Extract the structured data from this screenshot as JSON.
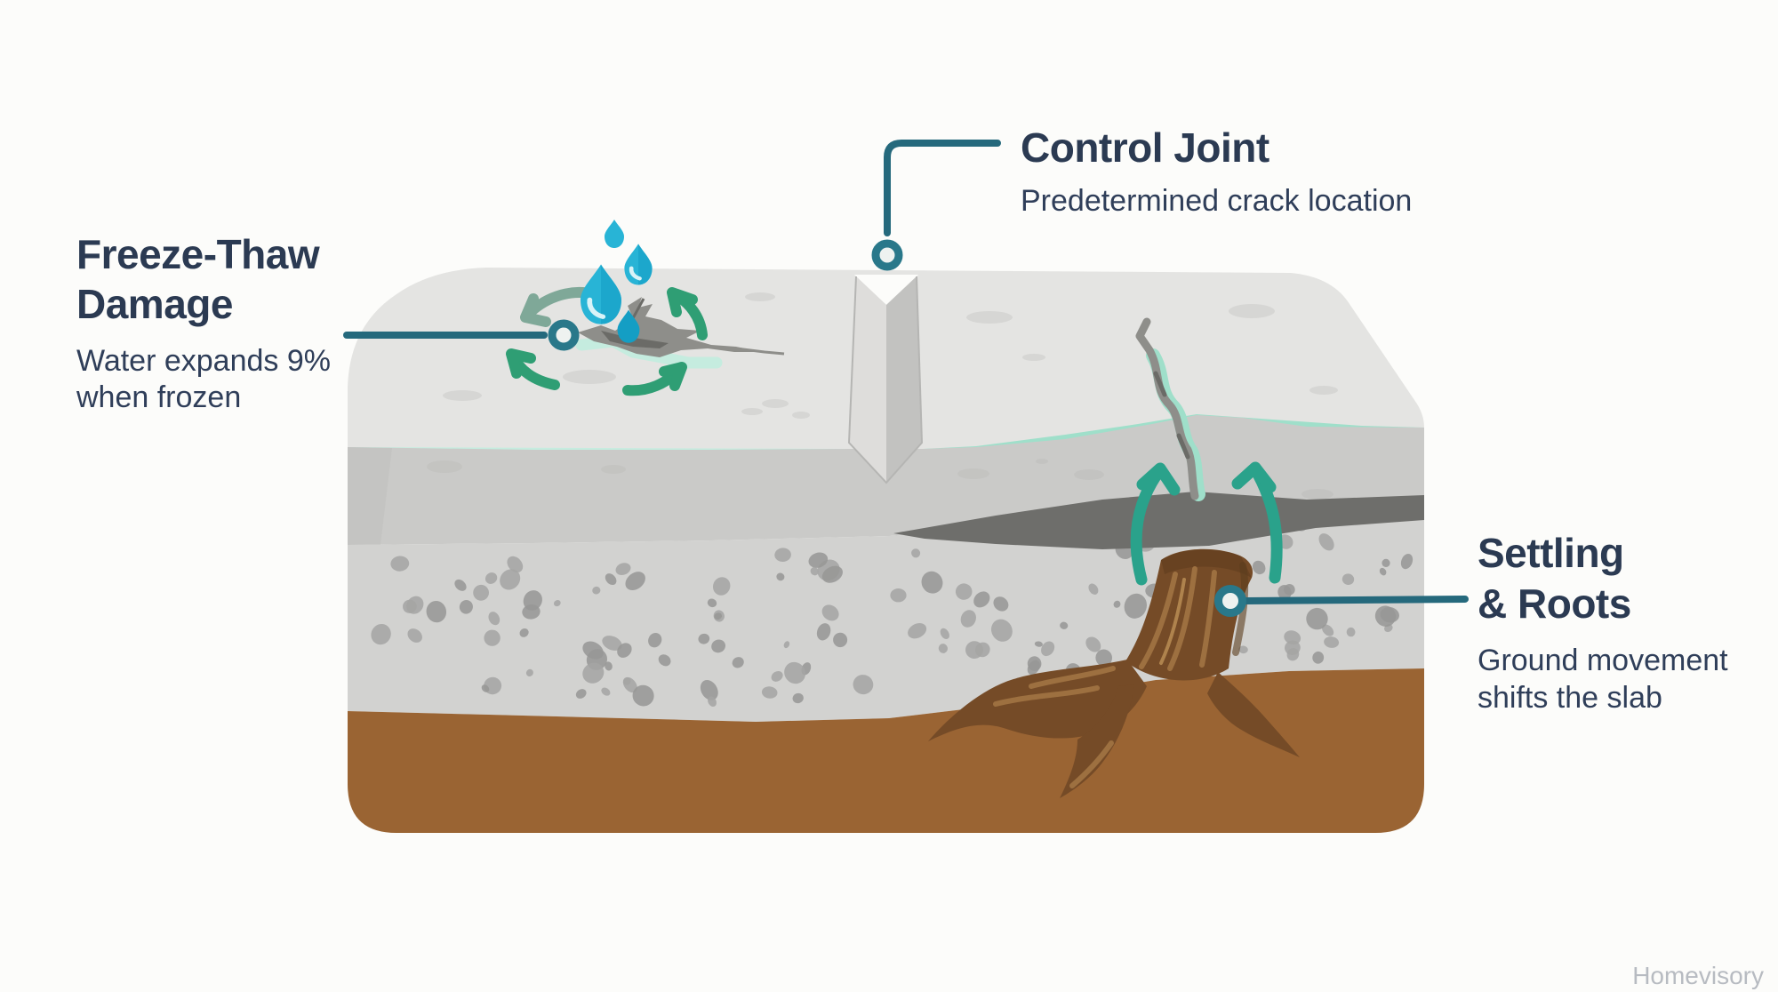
{
  "colors": {
    "background": "#fcfcfa",
    "heading": "#2b3a52",
    "subtitle": "#2f3e59",
    "watermark": "#b7bbc1",
    "connector": "#25697c",
    "marker_ring": "#29788a",
    "marker_fill": "#eef2f0",
    "surface_top": "#e4e4e2",
    "surface_speckle": "#d6d6d4",
    "slab_face": "#cacac8",
    "slab_face_shadow": "#bfbfbd",
    "groove_light": "#dedddb",
    "groove_dark": "#c2c2c0",
    "mint": "#9fdfca",
    "mint_light": "#c5ecdf",
    "aggregate": "#d2d2d0",
    "pebble": "#a5a5a3",
    "pebble_dark": "#979795",
    "void_shadow": "#6e6e6b",
    "soil": "#9a6433",
    "root": "#754b27",
    "root_dark": "#5c3d1e",
    "root_streak": "#9d7040",
    "root_light": "#b68a52",
    "droplet": "#28b4d6",
    "droplet_shade": "#149ec4",
    "green_arrow": "#2f9e74",
    "green_arrow_muted": "#7fa898",
    "teal_arrow": "#2aa28b",
    "crack": "#8e8e8a",
    "crack_dark": "#6b6b67"
  },
  "labels": {
    "control_joint": {
      "title": "Control Joint",
      "subtitle": "Predetermined crack location"
    },
    "freeze_thaw": {
      "title_line1": "Freeze-Thaw",
      "title_line2": "Damage",
      "subtitle_line1": "Water expands 9%",
      "subtitle_line2": "when frozen"
    },
    "settling_roots": {
      "title_line1": "Settling",
      "title_line2": "& Roots",
      "subtitle_line1": "Ground movement",
      "subtitle_line2": "shifts the slab"
    }
  },
  "watermark": {
    "text": "Homevisory"
  },
  "icons": {
    "droplets": "water-droplets-icon",
    "freeze_thaw_cycle": "cycle-arrows-icon",
    "uplift": "up-arrows-icon",
    "root": "tree-root-icon",
    "markers": "circle-marker-icon"
  }
}
